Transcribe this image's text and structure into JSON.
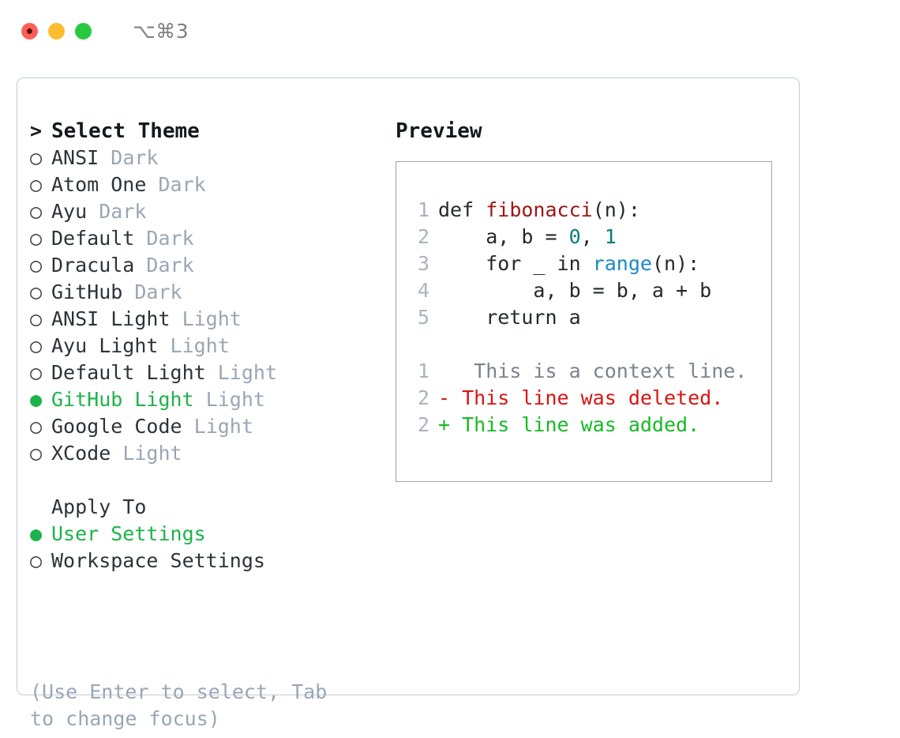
{
  "titlebar": {
    "shortcut": "⌥⌘3",
    "buttons": [
      {
        "name": "close",
        "color": "#fc5f57"
      },
      {
        "name": "minimize",
        "color": "#fdbc2e"
      },
      {
        "name": "zoom",
        "color": "#27c93f"
      }
    ]
  },
  "theme_picker": {
    "heading_caret": ">",
    "heading": "Select Theme",
    "marker_selected": "●",
    "marker_unselected": "○",
    "items": [
      {
        "marker": "○",
        "name": "ANSI",
        "category": "Dark",
        "selected": false
      },
      {
        "marker": "○",
        "name": "Atom One",
        "category": "Dark",
        "selected": false
      },
      {
        "marker": "○",
        "name": "Ayu",
        "category": "Dark",
        "selected": false
      },
      {
        "marker": "○",
        "name": "Default",
        "category": "Dark",
        "selected": false
      },
      {
        "marker": "○",
        "name": "Dracula",
        "category": "Dark",
        "selected": false
      },
      {
        "marker": "○",
        "name": "GitHub",
        "category": "Dark",
        "selected": false
      },
      {
        "marker": "○",
        "name": "ANSI Light",
        "category": "Light",
        "selected": false
      },
      {
        "marker": "○",
        "name": "Ayu Light",
        "category": "Light",
        "selected": false
      },
      {
        "marker": "○",
        "name": "Default Light",
        "category": "Light",
        "selected": false
      },
      {
        "marker": "●",
        "name": "GitHub Light",
        "category": "Light",
        "selected": true
      },
      {
        "marker": "○",
        "name": "Google Code",
        "category": "Light",
        "selected": false
      },
      {
        "marker": "○",
        "name": "XCode",
        "category": "Light",
        "selected": false
      }
    ]
  },
  "apply_to": {
    "label": "Apply To",
    "options": [
      {
        "marker": "●",
        "label": "User Settings",
        "selected": true
      },
      {
        "marker": "○",
        "label": "Workspace Settings",
        "selected": false
      }
    ]
  },
  "hint": "(Use Enter to select, Tab to change focus)",
  "preview": {
    "title": "Preview",
    "code_lines": [
      {
        "no": "1",
        "tokens": [
          {
            "t": "def ",
            "k": "plain"
          },
          {
            "t": "fibonacci",
            "k": "fn"
          },
          {
            "t": "(n):",
            "k": "plain"
          }
        ]
      },
      {
        "no": "2",
        "tokens": [
          {
            "t": "    a, b = ",
            "k": "plain"
          },
          {
            "t": "0",
            "k": "num"
          },
          {
            "t": ", ",
            "k": "plain"
          },
          {
            "t": "1",
            "k": "num"
          }
        ]
      },
      {
        "no": "3",
        "tokens": [
          {
            "t": "    for _ in ",
            "k": "plain"
          },
          {
            "t": "range",
            "k": "builtin"
          },
          {
            "t": "(n):",
            "k": "plain"
          }
        ]
      },
      {
        "no": "4",
        "tokens": [
          {
            "t": "        a, b = b, a + b",
            "k": "plain"
          }
        ]
      },
      {
        "no": "5",
        "tokens": [
          {
            "t": "    return a",
            "k": "plain"
          }
        ]
      }
    ],
    "diff_lines": [
      {
        "no": "1",
        "sign": " ",
        "text": "  This is a context line.",
        "kind": "ctx"
      },
      {
        "no": "2",
        "sign": "-",
        "text": " This line was deleted.",
        "kind": "del"
      },
      {
        "no": "2",
        "sign": "+",
        "text": " This line was added.",
        "kind": "add"
      }
    ]
  },
  "colors": {
    "accent_green": "#1cb34a",
    "muted": "#9aa6b4",
    "panel_border": "#c3ccd6",
    "preview_border": "#9aa5b1",
    "code_fg": "#24292e",
    "fn_red": "#9f1515",
    "num_teal": "#0a7c7c",
    "builtin_blue": "#1b87c9",
    "diff_del": "#d81414",
    "diff_add": "#17ba25"
  }
}
